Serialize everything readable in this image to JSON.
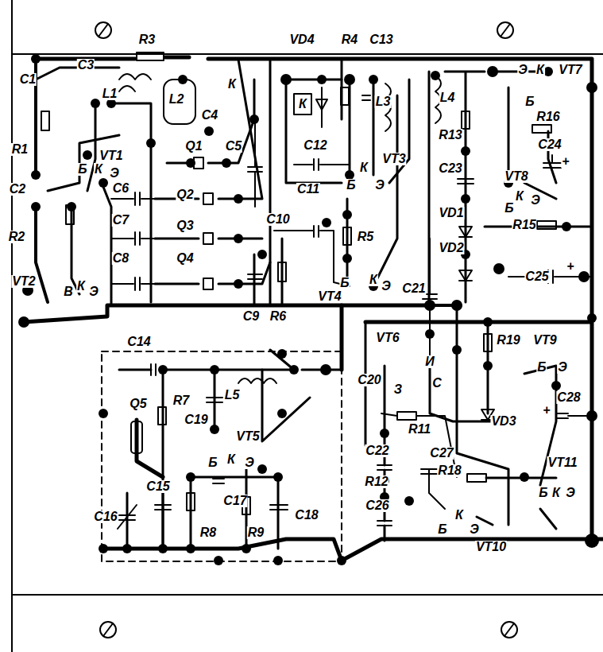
{
  "diagram": {
    "labels": [
      "R3",
      "VD4",
      "R4",
      "C13",
      "Э",
      "К",
      "VT7",
      "C3",
      "C1",
      "L1",
      "L2",
      "К",
      "C4",
      "К",
      "L3",
      "L4",
      "Б",
      "R16",
      "R13",
      "C24",
      "+",
      "R1",
      "VT1",
      "Q1",
      "C5",
      "C12",
      "VT3",
      "C23",
      "Б",
      "К",
      "Э",
      "VT8",
      "К",
      "C2",
      "C6",
      "Q2",
      "C11",
      "Б",
      "Э",
      "Б",
      "К",
      "Э",
      "VD1",
      "C7",
      "Q3",
      "C10",
      "R15",
      "R2",
      "R5",
      "VD2",
      "C8",
      "Q4",
      "+",
      "C25",
      "VT2",
      "В",
      "К",
      "Э",
      "Б",
      "К",
      "Э",
      "C21",
      "VT4",
      "C9",
      "R6",
      "C14",
      "VT6",
      "R19",
      "VT9",
      "И",
      "Б",
      "Э",
      "C20",
      "З",
      "С",
      "C28",
      "+",
      "Q5",
      "R7",
      "L5",
      "R11",
      "VD3",
      "C19",
      "VT5",
      "C22",
      "C27",
      "Б",
      "К",
      "Э",
      "VT11",
      "R18",
      "R12",
      "C15",
      "Б",
      "К",
      "Э",
      "C17",
      "C16",
      "C18",
      "Б",
      "К",
      "Э",
      "C26",
      "R8",
      "R9",
      "VT10"
    ]
  }
}
